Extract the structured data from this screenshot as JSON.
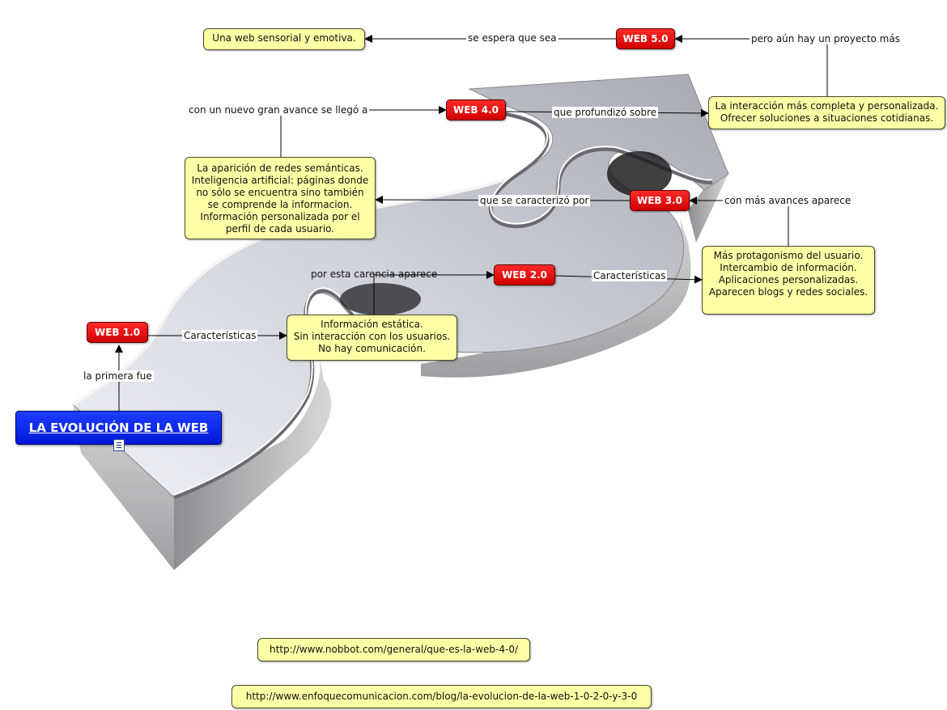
{
  "central": {
    "label": "LA EVOLUCIÓN DE LA WEB",
    "icon": "note-icon"
  },
  "webs": {
    "w1": "WEB 1.0",
    "w2": "WEB 2.0",
    "w3": "WEB 3.0",
    "w4": "WEB 4.0",
    "w5": "WEB 5.0"
  },
  "notes": {
    "n1": "Información estática.\nSin interacción con los usuarios.\nNo hay comunicación.",
    "n2": "Más protagonismo del usuario.\nIntercambio de información.\nAplicaciones personalizadas.\nAparecen blogs y redes sociales.",
    "n3": "La aparición de redes semánticas.\nInteligencia artificial: páginas donde\nno sólo se encuentra sino también\nse comprende la informacion.\nInformación personalizada por el\nperfil de cada usuario.",
    "n4": "La interacción más completa y personalizada.\nOfrecer soluciones a situaciones cotidianas.",
    "n5": "Una web sensorial y emotiva."
  },
  "links": {
    "primera": "la primera fue",
    "car1": "Características",
    "carencia": "por esta carencia aparece",
    "car2": "Características",
    "avances3": "con más avances aparece",
    "caracterizo": "que se caracterizó por",
    "avance4": "con un nuevo gran avance se llegó a",
    "profundizo": "que profundizó sobre",
    "proyecto": "pero aún hay un proyecto más",
    "espera": "se espera que sea"
  },
  "urls": {
    "u1": "http://www.nobbot.com/general/que-es-la-web-4-0/",
    "u2": "http://www.enfoquecomunicacion.com/blog/la-evolucion-de-la-web-1-0-2-0-y-3-0"
  },
  "colors": {
    "note_bg": "#ffffa6",
    "web_node": "#e00000",
    "central": "#0a28f0",
    "arrow_shape": "#c8c8cc"
  }
}
